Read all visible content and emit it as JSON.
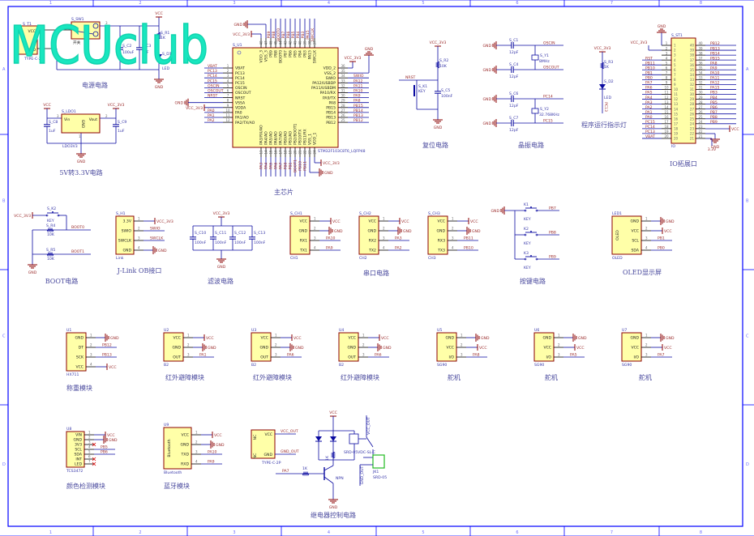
{
  "watermark": "MCUclub",
  "frame": {
    "columns": [
      "1",
      "2",
      "3",
      "4",
      "5",
      "6",
      "7",
      "8"
    ],
    "rows": [
      "A",
      "B",
      "C",
      "D"
    ]
  },
  "colors": {
    "wire": "#0a0aa0",
    "component_outline": "#8b0000",
    "component_fill": "#ffffa8",
    "frame": "#0000ff",
    "net_label": "#9b2c2c",
    "watermark": "#18e6bf",
    "connector_highlight": "#22bb22"
  },
  "power": {
    "title": "电源电路",
    "t1": {
      "ref": "S_T1",
      "pin_vcc": "VCC",
      "pin_gnd": "GND",
      "part": "TYPE-C-2P"
    },
    "sw": {
      "ref": "S_SW1",
      "label": "开关",
      "pin_a": "3",
      "pin_b": "1"
    },
    "c2": {
      "ref": "S_C2",
      "value": "100uF"
    },
    "c3": {
      "ref": "S_C3",
      "value": "1uF"
    },
    "r1": {
      "ref": "S_R1",
      "value": "1K"
    },
    "d1": {
      "ref": "S_D1",
      "value": "LED"
    },
    "vcc": "VCC",
    "gnd": "GND"
  },
  "ldo": {
    "title": "5V转3.3V电路",
    "ref": "S_LDO1",
    "vin": "Vin",
    "vout": "Vout",
    "gnd_pin": "GND",
    "part": "LDO3V3",
    "pin_in": "3",
    "pin_out": "2",
    "pin_gnd": "1",
    "c8": {
      "ref": "S_C8",
      "value": "1uF"
    },
    "c9": {
      "ref": "S_C9",
      "value": "1uF"
    },
    "vcc": "VCC",
    "vcc3": "VCC_3V3",
    "gnd": "GND"
  },
  "mcu": {
    "title": "主芯片",
    "ref": "S_U1",
    "part": "STM32F103C8T6_LQFP48",
    "ext": {
      "gnd_top": "GND",
      "vcc_top": "VCC_3V3",
      "vcc_right": "VCC_3V3",
      "gnd_right": "GND",
      "gnd_left": "GND",
      "vcc_left": "VCC_3V3",
      "vcc_bottom": "VCC_3V3",
      "gnd_bottom": "GND"
    },
    "left": [
      {
        "n": "1",
        "name": "VBAT",
        "net": "VBAT"
      },
      {
        "n": "2",
        "name": "PC13",
        "net": "PC13"
      },
      {
        "n": "3",
        "name": "PC14",
        "net": "PC14"
      },
      {
        "n": "4",
        "name": "PC15",
        "net": "PC15"
      },
      {
        "n": "5",
        "name": "OSCIN",
        "net": "OSCIN"
      },
      {
        "n": "6",
        "name": "OSCOUT",
        "net": "OSCOUT"
      },
      {
        "n": "7",
        "name": "NRST",
        "net": "NRST"
      },
      {
        "n": "8",
        "name": "VSSA",
        "net": ""
      },
      {
        "n": "9",
        "name": "VDDA",
        "net": ""
      },
      {
        "n": "10",
        "name": "PA0",
        "net": "PA0"
      },
      {
        "n": "11",
        "name": "PA1/AO",
        "net": "PA1"
      },
      {
        "n": "12",
        "name": "PA2/TX/AO",
        "net": "PA2"
      }
    ],
    "right": [
      {
        "n": "36",
        "name": "VDD_2",
        "net": ""
      },
      {
        "n": "35",
        "name": "VSS_2",
        "net": ""
      },
      {
        "n": "34",
        "name": "SWIO",
        "net": "SWIO"
      },
      {
        "n": "33",
        "name": "PA12/USBDP",
        "net": "PA12"
      },
      {
        "n": "32",
        "name": "PA11/USBDM",
        "net": "PA11"
      },
      {
        "n": "31",
        "name": "PA10/RX",
        "net": "PA10"
      },
      {
        "n": "30",
        "name": "PA9/TX",
        "net": "PA9"
      },
      {
        "n": "29",
        "name": "PA8",
        "net": "PA8"
      },
      {
        "n": "28",
        "name": "PB15",
        "net": "PB15"
      },
      {
        "n": "27",
        "name": "PB14",
        "net": "PB14"
      },
      {
        "n": "26",
        "name": "PB13",
        "net": "PB13"
      },
      {
        "n": "25",
        "name": "PB12",
        "net": "PB12"
      }
    ],
    "top": [
      {
        "n": "48",
        "name": "VDD_3",
        "net": ""
      },
      {
        "n": "47",
        "name": "VSS_3",
        "net": ""
      },
      {
        "n": "46",
        "name": "PB9",
        "net": "PB9"
      },
      {
        "n": "45",
        "name": "PB8",
        "net": "PB8"
      },
      {
        "n": "44",
        "name": "BOOT0",
        "net": "BOOT0"
      },
      {
        "n": "43",
        "name": "PB7",
        "net": "PB7"
      },
      {
        "n": "42",
        "name": "PB6",
        "net": "PB6"
      },
      {
        "n": "41",
        "name": "PB5",
        "net": "PB5"
      },
      {
        "n": "40",
        "name": "PB4",
        "net": "PB4"
      },
      {
        "n": "39",
        "name": "PB3",
        "net": "PB3"
      },
      {
        "n": "38",
        "name": "PA15",
        "net": "PA15"
      },
      {
        "n": "37",
        "name": "SWCLK",
        "net": "SWCLK"
      }
    ],
    "bottom": [
      {
        "n": "13",
        "name": "PA3/RX/AO",
        "net": "PA3"
      },
      {
        "n": "14",
        "name": "PA4/AO",
        "net": "PA4"
      },
      {
        "n": "15",
        "name": "PA5/AO",
        "net": "PA5"
      },
      {
        "n": "16",
        "name": "PA6/AO",
        "net": "PA6"
      },
      {
        "n": "17",
        "name": "PA7/AO",
        "net": "PA7"
      },
      {
        "n": "18",
        "name": "PB0/AO",
        "net": "PB0"
      },
      {
        "n": "19",
        "name": "PB1/AO",
        "net": "PB1"
      },
      {
        "n": "20",
        "name": "PB2/BOOT1",
        "net": "BOOT1"
      },
      {
        "n": "21",
        "name": "PB10/TX",
        "net": "PB10"
      },
      {
        "n": "22",
        "name": "PB11/RX",
        "net": "PB11"
      },
      {
        "n": "23",
        "name": "VSS_1",
        "net": ""
      },
      {
        "n": "24",
        "name": "VDD_1",
        "net": ""
      }
    ]
  },
  "reset": {
    "title": "复位电路",
    "vcc": "VCC_3V3",
    "r": {
      "ref": "S_R2",
      "value": "10K"
    },
    "key": {
      "ref": "S_K1",
      "value": "KEY"
    },
    "c": {
      "ref": "S_C5",
      "value": "100nF"
    },
    "net": "NRST",
    "gnd": "GND"
  },
  "crystal": {
    "title": "晶振电路",
    "gnd": "GND",
    "rows": [
      {
        "cap": "S_C1",
        "value": "12pF",
        "net": "OSCIN"
      },
      {
        "cap": "S_C4",
        "value": "12pF",
        "net": "OSCOUT"
      },
      {
        "cap": "S_C6",
        "value": "12pF",
        "net": "PC14"
      },
      {
        "cap": "S_C7",
        "value": "12pF",
        "net": "PC15"
      }
    ],
    "y1": {
      "ref": "S_Y1",
      "value": "8MHz"
    },
    "y2": {
      "ref": "S_Y2",
      "value": "32.768KHz"
    }
  },
  "led": {
    "title": "程序运行指示灯",
    "vcc": "VCC_3V3",
    "r": {
      "ref": "S_R3",
      "value": "1K"
    },
    "d": {
      "ref": "S_D2",
      "value": "LED"
    },
    "net": "PC13"
  },
  "io": {
    "title": "IO拓展口",
    "ref": "S_ST1",
    "part": "IO",
    "gnd": "GND",
    "vcc3": "VCC_3V3",
    "vcc": "VCC",
    "gnd2": "GND",
    "v33": "3.3V",
    "left_nets": [
      "",
      "",
      "",
      "RST",
      "PB11",
      "PB10",
      "PB1",
      "PB0",
      "PA7",
      "PA6",
      "PA5",
      "PA4",
      "PA3",
      "PA2",
      "PA1",
      "PA0",
      "PC15",
      "PC14",
      "PC13",
      "VBAT"
    ],
    "right_nets": [
      "PB12",
      "PB13",
      "PB14",
      "PB15",
      "PA8",
      "PA9",
      "PA10",
      "PA11",
      "PA12",
      "PA15",
      "PB3",
      "PB4",
      "PB5",
      "PB6",
      "PB7",
      "PB8",
      "PB9",
      "",
      "",
      ""
    ]
  },
  "boot": {
    "title": "BOOT电路",
    "vcc": "VCC_3V3",
    "key": {
      "ref": "S_K2",
      "value": "KEY"
    },
    "r4": {
      "ref": "S_R4",
      "value": "10K",
      "net": "BOOT0"
    },
    "r5": {
      "ref": "S_R5",
      "value": "10K",
      "net": "BOOT1"
    },
    "gnd": "GND"
  },
  "filter": {
    "title": "滤波电路",
    "vcc": "VCC_3V3",
    "gnd": "GND",
    "caps": [
      {
        "ref": "S_C10",
        "value": "100nF"
      },
      {
        "ref": "S_C11",
        "value": "100nF"
      },
      {
        "ref": "S_C12",
        "value": "100nF"
      },
      {
        "ref": "S_C13",
        "value": "100nF"
      }
    ]
  },
  "keys": {
    "title": "按键电路",
    "gnd": "GND",
    "items": [
      {
        "ref": "K1",
        "value": "KEY",
        "net": "PB7"
      },
      {
        "ref": "K2",
        "value": "KEY",
        "net": "PB8"
      },
      {
        "ref": "K3",
        "value": "KEY",
        "net": "PB9"
      }
    ]
  },
  "captions": {
    "jlink": "J-Link OB接口",
    "uart": "串口电路",
    "oled": "OLED显示屏",
    "weigh": "称重模块",
    "ir": "红外避障模块",
    "servo": "舵机",
    "color": "颜色检测模块",
    "bt": "蓝牙模块"
  },
  "modules": [
    {
      "ref": "U1",
      "part": "HX711",
      "pins": [
        {
          "n": "1",
          "name": "GND",
          "net": "GND",
          "kind": "gnd"
        },
        {
          "n": "2",
          "name": "DT",
          "net": "PB12",
          "kind": "sig"
        },
        {
          "n": "3",
          "name": "SCK",
          "net": "PB13",
          "kind": "sig"
        },
        {
          "n": "4",
          "name": "VCC",
          "net": "VCC",
          "kind": "pwr"
        }
      ]
    },
    {
      "ref": "U2",
      "part": "B2",
      "pins": [
        {
          "n": "1",
          "name": "VCC",
          "net": "VCC",
          "kind": "pwr"
        },
        {
          "n": "2",
          "name": "GND",
          "net": "GND",
          "kind": "gnd"
        },
        {
          "n": "3",
          "name": "OUT",
          "net": "PA1",
          "kind": "sig"
        }
      ]
    },
    {
      "ref": "U3",
      "part": "B2",
      "pins": [
        {
          "n": "1",
          "name": "VCC",
          "net": "VCC",
          "kind": "pwr"
        },
        {
          "n": "2",
          "name": "GND",
          "net": "GND",
          "kind": "gnd"
        },
        {
          "n": "3",
          "name": "OUT",
          "net": "PA6",
          "kind": "sig"
        }
      ]
    },
    {
      "ref": "U4",
      "part": "B2",
      "pins": [
        {
          "n": "1",
          "name": "VCC",
          "net": "VCC",
          "kind": "pwr"
        },
        {
          "n": "2",
          "name": "GND",
          "net": "GND",
          "kind": "gnd"
        },
        {
          "n": "3",
          "name": "OUT",
          "net": "PA6",
          "kind": "sig"
        }
      ]
    },
    {
      "ref": "U5",
      "part": "SG90",
      "pins": [
        {
          "n": "1",
          "name": "GND",
          "net": "GND",
          "kind": "gnd"
        },
        {
          "n": "2",
          "name": "VCC",
          "net": "VCC",
          "kind": "pwr"
        },
        {
          "n": "3",
          "name": "I/O",
          "net": "PA8",
          "kind": "sig"
        }
      ]
    },
    {
      "ref": "U6",
      "part": "SG90",
      "pins": [
        {
          "n": "1",
          "name": "GND",
          "net": "GND",
          "kind": "gnd"
        },
        {
          "n": "2",
          "name": "VCC",
          "net": "VCC",
          "kind": "pwr"
        },
        {
          "n": "3",
          "name": "I/O",
          "net": "PA5",
          "kind": "sig"
        }
      ]
    },
    {
      "ref": "U7",
      "part": "SG90",
      "pins": [
        {
          "n": "1",
          "name": "GND",
          "net": "GND",
          "kind": "gnd"
        },
        {
          "n": "2",
          "name": "VCC",
          "net": "VCC",
          "kind": "pwr"
        },
        {
          "n": "3",
          "name": "I/O",
          "net": "PA7",
          "kind": "sig"
        }
      ]
    },
    {
      "ref": "U8",
      "part": "TCS3472",
      "pins": [
        {
          "n": "1",
          "name": "VIN",
          "net": "VCC",
          "kind": "pwr"
        },
        {
          "n": "2",
          "name": "GND",
          "net": "GND",
          "kind": "gnd"
        },
        {
          "n": "3",
          "name": "3V3",
          "net": "",
          "kind": "nc"
        },
        {
          "n": "4",
          "name": "SCL",
          "net": "PB5",
          "kind": "sig"
        },
        {
          "n": "5",
          "name": "SDA",
          "net": "PB6",
          "kind": "sig"
        },
        {
          "n": "6",
          "name": "INT",
          "net": "",
          "kind": "nc"
        },
        {
          "n": "7",
          "name": "LED",
          "net": "",
          "kind": "nc"
        }
      ]
    },
    {
      "ref": "U9",
      "part": "Bluetooth",
      "inner": "Bluetooth",
      "pins": [
        {
          "n": "1",
          "name": "VCC",
          "net": "VCC",
          "kind": "pwr"
        },
        {
          "n": "2",
          "name": "GND",
          "net": "GND",
          "kind": "gnd"
        },
        {
          "n": "3",
          "name": "TXD",
          "net": "PA10",
          "kind": "sig"
        },
        {
          "n": "4",
          "name": "RXD",
          "net": "PA9",
          "kind": "sig"
        }
      ]
    },
    {
      "ref": "S_CH1",
      "part": "CH1",
      "pins": [
        {
          "n": "1",
          "name": "VCC",
          "net": "VCC",
          "kind": "pwr"
        },
        {
          "n": "2",
          "name": "GND",
          "net": "GND",
          "kind": "gnd"
        },
        {
          "n": "3",
          "name": "RX1",
          "net": "PA10",
          "kind": "sig"
        },
        {
          "n": "4",
          "name": "TX1",
          "net": "PA9",
          "kind": "sig"
        }
      ]
    },
    {
      "ref": "S_CH2",
      "part": "CH2",
      "pins": [
        {
          "n": "1",
          "name": "VCC",
          "net": "VCC",
          "kind": "pwr"
        },
        {
          "n": "2",
          "name": "GND",
          "net": "GND",
          "kind": "gnd"
        },
        {
          "n": "3",
          "name": "RX2",
          "net": "PA3",
          "kind": "sig"
        },
        {
          "n": "4",
          "name": "TX2",
          "net": "PA2",
          "kind": "sig"
        }
      ]
    },
    {
      "ref": "S_CH3",
      "part": "CH3",
      "pins": [
        {
          "n": "1",
          "name": "VCC",
          "net": "VCC",
          "kind": "pwr"
        },
        {
          "n": "2",
          "name": "GND",
          "net": "GND",
          "kind": "gnd"
        },
        {
          "n": "3",
          "name": "RX3",
          "net": "PB11",
          "kind": "sig"
        },
        {
          "n": "4",
          "name": "TX3",
          "net": "PB10",
          "kind": "sig"
        }
      ]
    },
    {
      "ref": "S_H1",
      "part": "Link",
      "pins": [
        {
          "n": "1",
          "name": "3.3V",
          "net": "VCC_3V3",
          "kind": "pwr"
        },
        {
          "n": "2",
          "name": "SWIO",
          "net": "SWIO",
          "kind": "sig"
        },
        {
          "n": "3",
          "name": "SWCLK",
          "net": "SWCLK",
          "kind": "sig"
        },
        {
          "n": "4",
          "name": "GND",
          "net": "GND",
          "kind": "gnd"
        }
      ]
    },
    {
      "ref": "LED1",
      "part": "OLED",
      "inner": "OLED",
      "pins": [
        {
          "n": "1",
          "name": "GND",
          "net": "GND",
          "kind": "gnd"
        },
        {
          "n": "2",
          "name": "VCC",
          "net": "VCC",
          "kind": "pwr"
        },
        {
          "n": "3",
          "name": "SCL",
          "net": "PB1",
          "kind": "sig"
        },
        {
          "n": "4",
          "name": "SDA",
          "net": "PB0",
          "kind": "sig"
        }
      ]
    }
  ],
  "typec": {
    "pin_vcc": "VCC",
    "pin_gnd": "GND",
    "nc1": "NC",
    "nc2": "NC",
    "part": "TYPE-C-2P",
    "net_vcc": "VCC_OUT",
    "net_gnd": "GND_OUT"
  },
  "relay": {
    "title": "继电器控制电路",
    "vcc": "VCC",
    "gnd": "GND",
    "input_net": "PA7",
    "rb": "1K",
    "rc": "1K",
    "transistor": "NPN",
    "relay_part": "SRD-05VDC-SL-C",
    "vcc_out": "VCC_OUT",
    "gnd_out": "GND_OUT",
    "jk_ref": "JK1",
    "jk_part": "SRD-05"
  }
}
